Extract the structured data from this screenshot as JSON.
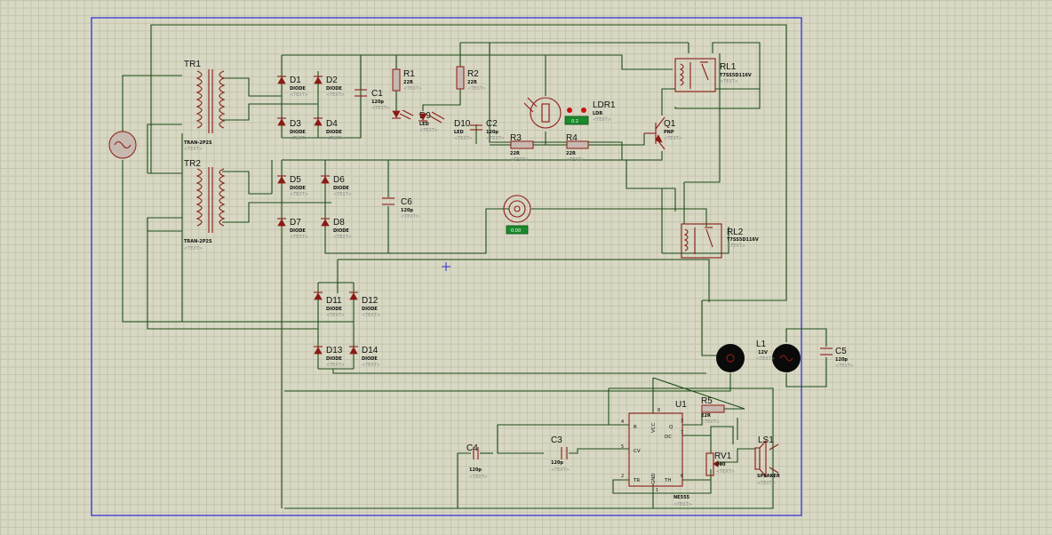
{
  "transformers": [
    {
      "id": "tr1",
      "ref": "TR1",
      "value": "TRAN-2P2S",
      "text": "<TEXT>"
    },
    {
      "id": "tr2",
      "ref": "TR2",
      "value": "TRAN-2P2S",
      "text": "<TEXT>"
    }
  ],
  "diodes": [
    {
      "id": "d1",
      "ref": "D1",
      "value": "DIODE",
      "text": "<TEXT>"
    },
    {
      "id": "d2",
      "ref": "D2",
      "value": "DIODE",
      "text": "<TEXT>"
    },
    {
      "id": "d3",
      "ref": "D3",
      "value": "DIODE",
      "text": "<TEXT>"
    },
    {
      "id": "d4",
      "ref": "D4",
      "value": "DIODE",
      "text": "<TEXT>"
    },
    {
      "id": "d5",
      "ref": "D5",
      "value": "DIODE",
      "text": "<TEXT>"
    },
    {
      "id": "d6",
      "ref": "D6",
      "value": "DIODE",
      "text": "<TEXT>"
    },
    {
      "id": "d7",
      "ref": "D7",
      "value": "DIODE",
      "text": "<TEXT>"
    },
    {
      "id": "d8",
      "ref": "D8",
      "value": "DIODE",
      "text": "<TEXT>"
    },
    {
      "id": "d11",
      "ref": "D11",
      "value": "DIODE",
      "text": "<TEXT>"
    },
    {
      "id": "d12",
      "ref": "D12",
      "value": "DIODE",
      "text": "<TEXT>"
    },
    {
      "id": "d13",
      "ref": "D13",
      "value": "DIODE",
      "text": "<TEXT>"
    },
    {
      "id": "d14",
      "ref": "D14",
      "value": "DIODE",
      "text": "<TEXT>"
    }
  ],
  "capacitors": [
    {
      "id": "c1",
      "ref": "C1",
      "value": "120p",
      "text": "<TEXT>"
    },
    {
      "id": "c2",
      "ref": "C2",
      "value": "120p",
      "text": "<TEXT>"
    },
    {
      "id": "c3",
      "ref": "C3",
      "value": "120p",
      "text": "<TEXT>"
    },
    {
      "id": "c4",
      "ref": "C4",
      "value": "120p",
      "text": "<TEXT>"
    },
    {
      "id": "c5",
      "ref": "C5",
      "value": "120p",
      "text": "<TEXT>"
    },
    {
      "id": "c6",
      "ref": "C6",
      "value": "120p",
      "text": "<TEXT>"
    }
  ],
  "resistors": [
    {
      "id": "r1",
      "ref": "R1",
      "value": "22R",
      "text": "<TEXT>"
    },
    {
      "id": "r2",
      "ref": "R2",
      "value": "22R",
      "text": "<TEXT>"
    },
    {
      "id": "r3",
      "ref": "R3",
      "value": "22R",
      "text": "<TEXT>"
    },
    {
      "id": "r4",
      "ref": "R4",
      "value": "22R",
      "text": "<TEXT>"
    },
    {
      "id": "r5",
      "ref": "R5",
      "value": "22R",
      "text": "<TEXT>"
    }
  ],
  "leds": [
    {
      "id": "d9",
      "ref": "D9",
      "value": "LED",
      "text": "<TEXT>"
    },
    {
      "id": "d10",
      "ref": "D10",
      "value": "LED",
      "text": "<TEXT>"
    }
  ],
  "ldr": {
    "ref": "LDR1",
    "value": "LDR",
    "text": "<TEXT>",
    "readout": "0.2"
  },
  "transistor": {
    "ref": "Q1",
    "value": "PNP",
    "text": "<TEXT>"
  },
  "relays": [
    {
      "id": "rl1",
      "ref": "RL1",
      "value": "T7SS5D116V",
      "text": "<TEXT>"
    },
    {
      "id": "rl2",
      "ref": "RL2",
      "value": "T7SS5D116V",
      "text": "<TEXT>"
    }
  ],
  "motor": {
    "readout": "0.00"
  },
  "lamp": {
    "ref": "L1",
    "value": "12V",
    "text": "<TEXT>"
  },
  "timer": {
    "ref": "U1",
    "value": "NE555",
    "text": "<TEXT>",
    "pins": {
      "r": "R",
      "q": "Q",
      "dc": "DC",
      "cv": "CV",
      "tr": "TR",
      "th": "TH",
      "vcc": "VCC",
      "gnd": "GND"
    },
    "pin_numbers": {
      "p4": "4",
      "p8": "8",
      "p3": "3",
      "p7": "7",
      "p5": "5",
      "p2": "2",
      "p6": "6",
      "p1": "1"
    }
  },
  "potentiometer": {
    "ref": "RV1",
    "value": "200",
    "text": "<TEXT>"
  },
  "speaker": {
    "ref": "LS1",
    "value": "SPEAKER",
    "text": "<TEXT>"
  }
}
